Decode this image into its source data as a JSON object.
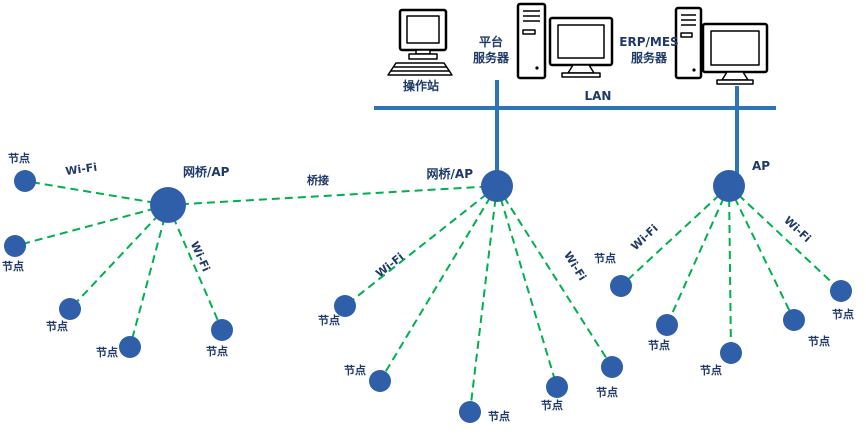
{
  "labels": {
    "operator_station": "操作站",
    "platform_server_line1": "平台",
    "platform_server_line2": "服务器",
    "erp_server_line1": "ERP/MES",
    "erp_server_line2": "服务器",
    "lan": "LAN",
    "bridge_ap": "网桥/AP",
    "ap": "AP",
    "wifi": "Wi-Fi",
    "bridge": "桥接",
    "node": "节点"
  },
  "colors": {
    "lan_line": "#2e75b6",
    "wireless_link": "#00b050",
    "device_fill": "#2f5fa8",
    "label_text": "#1f3a68"
  },
  "topology": {
    "type": "wireless-network-topology",
    "lan_bus_label": "LAN",
    "lan_devices": [
      "操作站",
      "平台服务器",
      "ERP/MES服务器"
    ],
    "access_points": [
      {
        "label": "网桥/AP",
        "position": "left",
        "uplink": "桥接",
        "node_count": 5
      },
      {
        "label": "网桥/AP",
        "position": "center",
        "uplink": "LAN",
        "node_count": 5
      },
      {
        "label": "AP",
        "position": "right",
        "uplink": "LAN",
        "node_count": 5
      }
    ],
    "wireless_link_label": "Wi-Fi",
    "bridge_link_label": "桥接",
    "endpoint_label": "节点"
  }
}
